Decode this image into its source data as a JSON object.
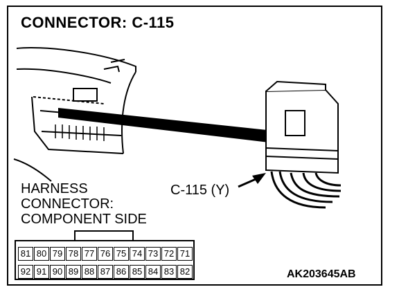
{
  "title": "CONNECTOR: C-115",
  "harness_lines": [
    "HARNESS",
    "CONNECTOR:",
    "COMPONENT SIDE"
  ],
  "callout": "C-115 (Y)",
  "code": "AK203645AB",
  "pins_top": [
    "81",
    "80",
    "79",
    "78",
    "77",
    "76",
    "75",
    "74",
    "73",
    "72",
    "71"
  ],
  "pins_bottom": [
    "92",
    "91",
    "90",
    "89",
    "88",
    "87",
    "86",
    "85",
    "84",
    "83",
    "82"
  ]
}
